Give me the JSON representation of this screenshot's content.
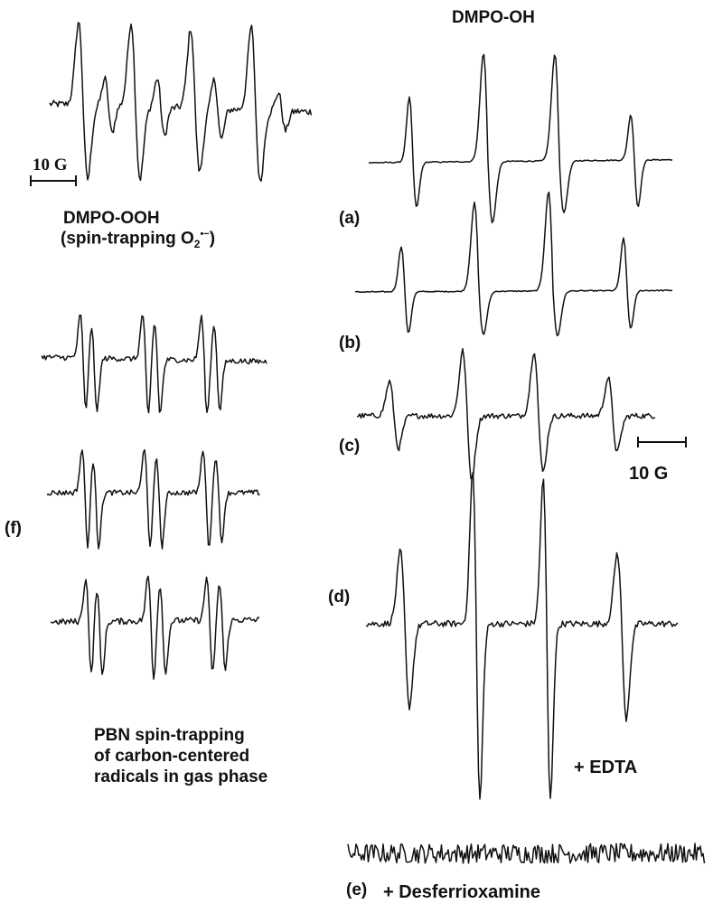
{
  "titles": {
    "dmpo_oh": "DMPO-OH",
    "dmpo_ooh_line1": "DMPO-OOH",
    "dmpo_ooh_line2": "(spin-trapping O",
    "dmpo_ooh_sub": "2",
    "dmpo_ooh_sup": "•−",
    "dmpo_ooh_close": ")",
    "pbn_line1": "PBN spin-trapping",
    "pbn_line2": "of carbon-centered",
    "pbn_line3": "radicals in gas phase"
  },
  "scale_bars": {
    "left": "10 G",
    "right": "10 G"
  },
  "panel_labels": {
    "a": "(a)",
    "b": "(b)",
    "c": "(c)",
    "d": "(d)",
    "e": "(e)",
    "f": "(f)"
  },
  "annotations": {
    "edta": "+ EDTA",
    "desferrioxamine": "+ Desferrioxamine"
  },
  "spectra": [
    {
      "id": "dmpo-ooh",
      "pattern": "4-line multiplet",
      "noise": "moderate"
    },
    {
      "id": "a",
      "pattern": "1:2:2:1 quartet",
      "noise": "low"
    },
    {
      "id": "b",
      "pattern": "1:2:2:1 quartet",
      "noise": "low"
    },
    {
      "id": "c",
      "pattern": "1:2:2:1 quartet",
      "noise": "moderate"
    },
    {
      "id": "d",
      "pattern": "1:2:2:1 quartet",
      "noise": "moderate"
    },
    {
      "id": "e",
      "pattern": "no signal",
      "noise": "high"
    },
    {
      "id": "f-1",
      "pattern": "triplet of doublets",
      "noise": "moderate"
    },
    {
      "id": "f-2",
      "pattern": "triplet of doublets",
      "noise": "moderate"
    },
    {
      "id": "f-3",
      "pattern": "triplet of doublets",
      "noise": "moderate"
    }
  ],
  "colors": {
    "ink": "#111111",
    "paper": "#ffffff"
  }
}
